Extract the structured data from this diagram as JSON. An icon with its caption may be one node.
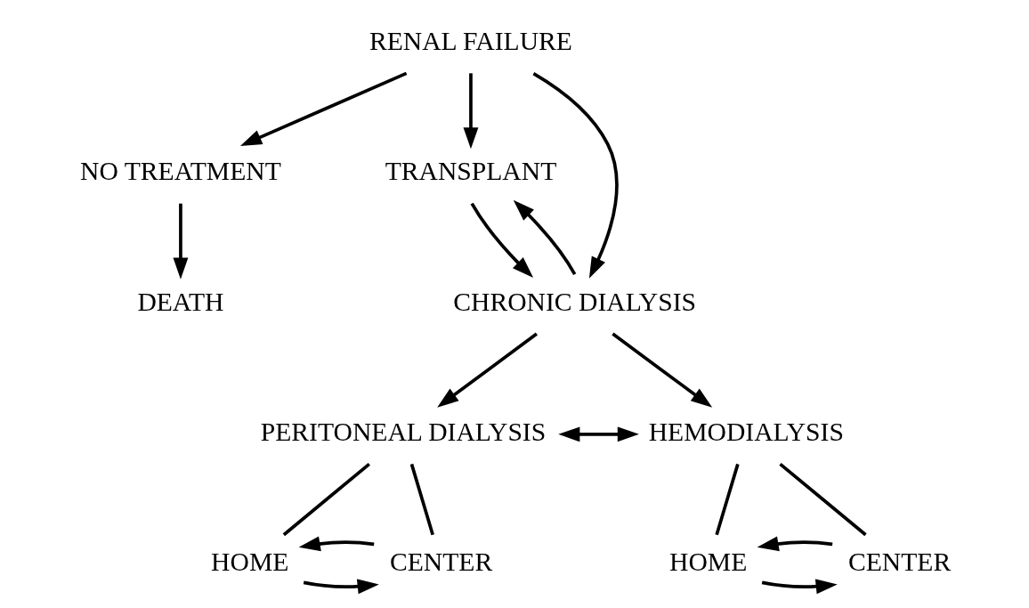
{
  "diagram": {
    "nodes": [
      {
        "text": [
          "RENAL FAILURE"
        ]
      },
      {
        "text": [
          "NO TREATMENT"
        ]
      },
      {
        "text": [
          "DEATH"
        ]
      },
      {
        "text": [
          "TRANSPLANT"
        ]
      },
      {
        "text": [
          "CHRONIC DIALYSIS"
        ]
      },
      {
        "text": [
          "PERITONEAL DIALYSIS"
        ]
      },
      {
        "text": [
          "HEMODIALYSIS"
        ]
      },
      {
        "text": [
          "HOME"
        ]
      },
      {
        "text": [
          "CENTER"
        ]
      },
      {
        "text": [
          "HOME"
        ]
      },
      {
        "text": [
          "CENTER"
        ]
      }
    ],
    "edges": [
      {
        "from": 0,
        "to": 1,
        "arrow": "to"
      },
      {
        "from": 0,
        "to": 4,
        "arrow": "to"
      },
      {
        "from": 0,
        "to": 3,
        "arrow": "to"
      },
      {
        "from": 1,
        "to": 2,
        "arrow": "to"
      },
      {
        "from": 4,
        "to": 3,
        "arrow": "to"
      },
      {
        "from": 3,
        "to": 4,
        "arrow": "to"
      },
      {
        "from": 4,
        "to": 5,
        "arrow": "to"
      },
      {
        "from": 4,
        "to": 6,
        "arrow": "to"
      },
      {
        "from": 5,
        "to": 6,
        "arrow": "both"
      },
      {
        "from": 5,
        "to": 7,
        "arrow": "none"
      },
      {
        "from": 5,
        "to": 8,
        "arrow": "none"
      },
      {
        "from": 7,
        "to": 8,
        "arrow": "to"
      },
      {
        "from": 8,
        "to": 7,
        "arrow": "to"
      },
      {
        "from": 6,
        "to": 9,
        "arrow": "none"
      },
      {
        "from": 6,
        "to": 10,
        "arrow": "none"
      },
      {
        "from": 9,
        "to": 10,
        "arrow": "to"
      },
      {
        "from": 10,
        "to": 9,
        "arrow": "to"
      }
    ]
  }
}
